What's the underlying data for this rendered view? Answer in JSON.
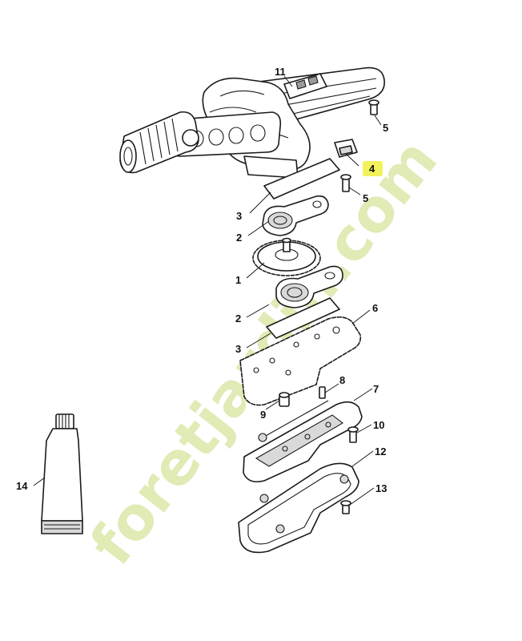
{
  "diagram": {
    "highlight_color": "#f2f25a",
    "watermark": {
      "text": "foretjardin.com",
      "color": "#dbe8a9",
      "dot_color": "#d6cfc4"
    },
    "callouts": [
      {
        "id": "c11",
        "label": "11"
      },
      {
        "id": "c5a",
        "label": "5"
      },
      {
        "id": "c4",
        "label": "4",
        "highlighted": true
      },
      {
        "id": "c5b",
        "label": "5"
      },
      {
        "id": "c3a",
        "label": "3"
      },
      {
        "id": "c2a",
        "label": "2"
      },
      {
        "id": "c1",
        "label": "1"
      },
      {
        "id": "c2b",
        "label": "2"
      },
      {
        "id": "c6",
        "label": "6"
      },
      {
        "id": "c3b",
        "label": "3"
      },
      {
        "id": "c8",
        "label": "8"
      },
      {
        "id": "c9",
        "label": "9"
      },
      {
        "id": "c7",
        "label": "7"
      },
      {
        "id": "c10",
        "label": "10"
      },
      {
        "id": "c12",
        "label": "12"
      },
      {
        "id": "c13",
        "label": "13"
      },
      {
        "id": "c14",
        "label": "14"
      }
    ]
  }
}
